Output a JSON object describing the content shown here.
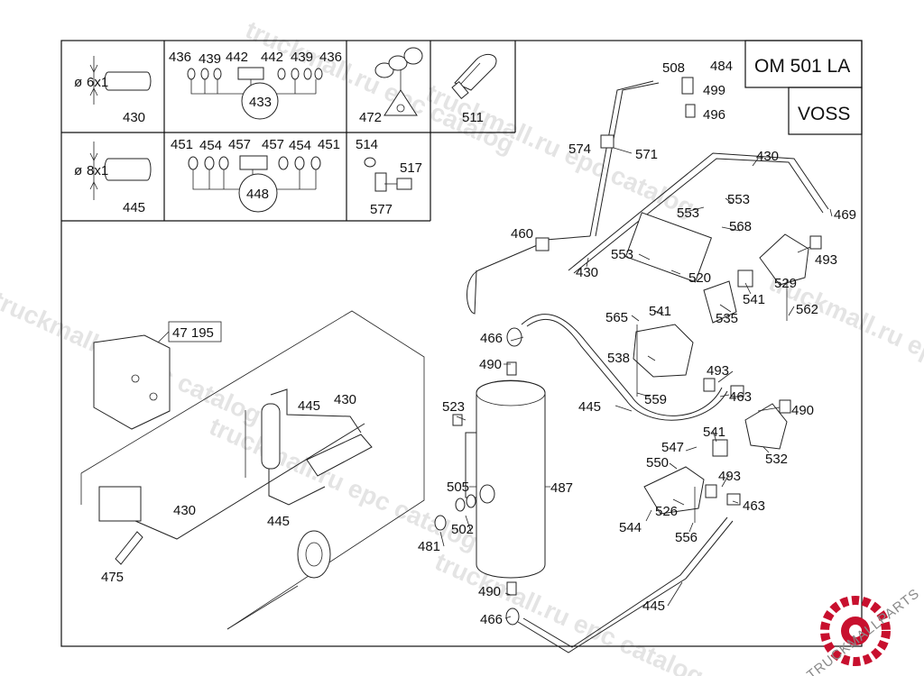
{
  "header": {
    "engine_code": "OM 501 LA",
    "brand": "VOSS"
  },
  "legend": {
    "cell_430": {
      "dim": "6x1",
      "phi": "ø",
      "part": "430"
    },
    "cell_445": {
      "dim": "8x1",
      "phi": "ø",
      "part": "445"
    },
    "cell_433": {
      "parts": [
        "436",
        "439",
        "442",
        "442",
        "439",
        "436"
      ],
      "kit": "433"
    },
    "cell_448": {
      "parts": [
        "451",
        "454",
        "457",
        "457",
        "454",
        "451"
      ],
      "kit": "448"
    },
    "cell_472": {
      "part": "472"
    },
    "cell_511": {
      "part": "511"
    },
    "cell_577": {
      "parts": [
        "514",
        "517"
      ],
      "kit": "577"
    }
  },
  "callouts": {
    "c508": "508",
    "c484": "484",
    "c499": "499",
    "c496": "496",
    "c574": "574",
    "c571": "571",
    "c430a": "430",
    "c469": "469",
    "c553a": "553",
    "c553b": "553",
    "c553c": "553",
    "c568": "568",
    "c460": "460",
    "c430b": "430",
    "c520": "520",
    "c493a": "493",
    "c529": "529",
    "c541a": "541",
    "c562": "562",
    "c565": "565",
    "c541b": "541",
    "c535": "535",
    "c466a": "466",
    "c538": "538",
    "c490a": "490",
    "c493b": "493",
    "c463a": "463",
    "c559": "559",
    "c523": "523",
    "c445a": "445",
    "c490b": "490",
    "c541c": "541",
    "c547": "547",
    "c532": "532",
    "c550": "550",
    "c493c": "493",
    "c505": "505",
    "c487": "487",
    "c526": "526",
    "c463b": "463",
    "c544": "544",
    "c556": "556",
    "c502": "502",
    "c481": "481",
    "c445b": "445",
    "c490c": "490",
    "c466b": "466",
    "c47195": "47 195",
    "c445c": "445",
    "c430c": "430",
    "c445d": "445",
    "c430d": "430",
    "c475": "475"
  },
  "watermarks": [
    "truckmall.ru epc catalog",
    "truckmall.ru epc catalog",
    "truckmall.ru epc catalog",
    "truckmall.ru epc catalog",
    "truckmall.ru epc catalog",
    "truckmall.ru epc"
  ],
  "logo": {
    "text": "TRUCKMALLPARTS",
    "accent": "#c8102e"
  }
}
